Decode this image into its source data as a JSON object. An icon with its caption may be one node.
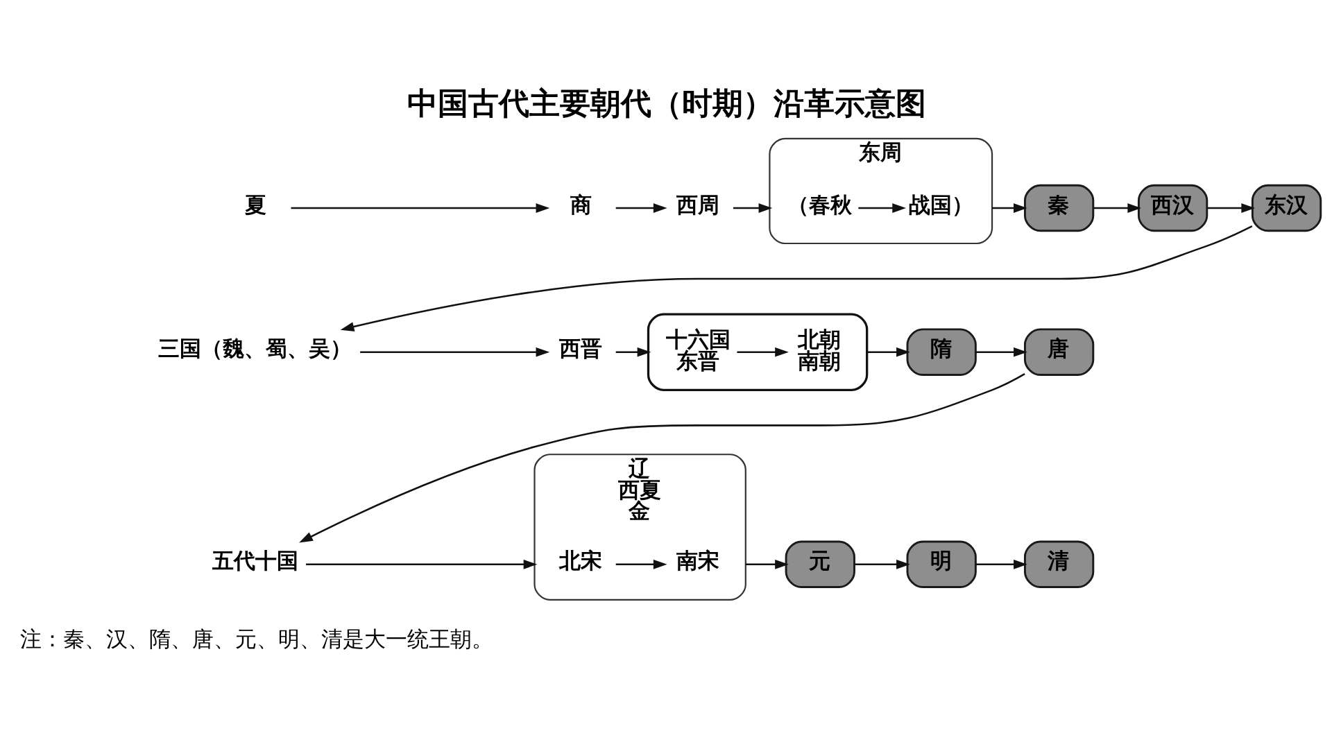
{
  "diagram": {
    "title": "中国古代主要朝代（时期）沿革示意图",
    "nodes": [
      {
        "text": [
          "夏"
        ]
      },
      {
        "text": [
          "商"
        ]
      },
      {
        "text": [
          "西周"
        ]
      },
      {
        "text": [
          "东周"
        ]
      },
      {
        "text": [
          "（春秋"
        ],
        "in": 3
      },
      {
        "text": [
          "战国）"
        ],
        "in": 3
      },
      {
        "text": [
          "秦"
        ]
      },
      {
        "text": [
          "西汉"
        ]
      },
      {
        "text": [
          "东汉"
        ]
      },
      {
        "text": [
          "三国（魏、蜀、吴）"
        ]
      },
      {
        "text": [
          "西晋"
        ]
      },
      {
        "text": [],
        "shape": "bracket"
      },
      {
        "text": [
          "十六国",
          "东晋"
        ],
        "in": 11
      },
      {
        "text": [
          "北朝",
          "南朝"
        ],
        "in": 11
      },
      {
        "text": [
          "隋"
        ]
      },
      {
        "text": [
          "唐"
        ]
      },
      {
        "text": [
          "五代十国"
        ]
      },
      {
        "text": [
          "辽",
          "西夏",
          "金"
        ]
      },
      {
        "text": [
          "北宋"
        ],
        "in": 17
      },
      {
        "text": [
          "南宋"
        ],
        "in": 17
      },
      {
        "text": [
          "元"
        ]
      },
      {
        "text": [
          "明"
        ]
      },
      {
        "text": [
          "清"
        ]
      }
    ],
    "edges": [
      {
        "from": 0,
        "to": 1,
        "arrow": "to"
      },
      {
        "from": 1,
        "to": 2,
        "arrow": "to"
      },
      {
        "from": 2,
        "to": 3,
        "arrow": "to"
      },
      {
        "from": 4,
        "to": 5,
        "arrow": "to"
      },
      {
        "from": 3,
        "to": 6,
        "arrow": "to"
      },
      {
        "from": 6,
        "to": 7,
        "arrow": "to"
      },
      {
        "from": 7,
        "to": 8,
        "arrow": "to"
      },
      {
        "from": 8,
        "to": 9,
        "arrow": "to"
      },
      {
        "from": 9,
        "to": 10,
        "arrow": "to"
      },
      {
        "from": 10,
        "to": 11,
        "arrow": "to"
      },
      {
        "from": 12,
        "to": 13,
        "arrow": "to"
      },
      {
        "from": 11,
        "to": 14,
        "arrow": "to"
      },
      {
        "from": 14,
        "to": 15,
        "arrow": "to"
      },
      {
        "from": 15,
        "to": 16,
        "arrow": "to"
      },
      {
        "from": 16,
        "to": 17,
        "arrow": "to"
      },
      {
        "from": 18,
        "to": 19,
        "arrow": "to"
      },
      {
        "from": 17,
        "to": 20,
        "arrow": "to"
      },
      {
        "from": 20,
        "to": 21,
        "arrow": "to"
      },
      {
        "from": 21,
        "to": 22,
        "arrow": "to"
      }
    ],
    "labels": [
      "注：秦、汉、隋、唐、元、明、清是大一统王朝。"
    ]
  }
}
